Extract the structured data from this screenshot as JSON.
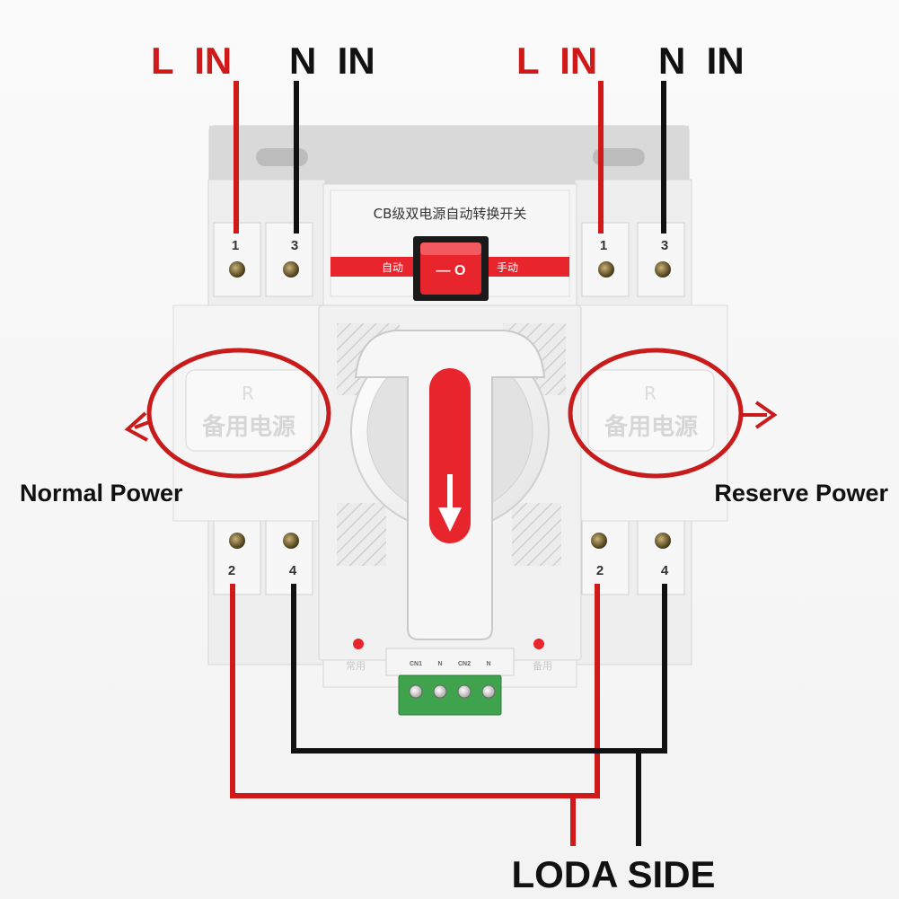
{
  "labels": {
    "l_in": "L  IN",
    "n_in": "N  IN",
    "normal_power": "Normal Power",
    "reserve_power": "Reserve Power",
    "load_side": "LODA SIDE"
  },
  "device": {
    "title": "CB级双电源自动转换开关",
    "auto": "自动",
    "manual": "手动",
    "rocker_symbol": "— O",
    "backup_stamp": "备用电源",
    "backup_icon": "R",
    "terminals_top": [
      "1",
      "3",
      "1",
      "3"
    ],
    "terminals_bottom": [
      "2",
      "4",
      "2",
      "4"
    ],
    "handle_icon": "down-arrow-icon",
    "indicator_left": "常用",
    "indicator_right": "备用",
    "control_terminals": [
      "CN1",
      "N",
      "CN2",
      "N"
    ]
  },
  "colors": {
    "live_wire": "#d01a1a",
    "neutral_wire": "#111111",
    "accent_red": "#e8242c",
    "housing": "#f2f2f2"
  }
}
